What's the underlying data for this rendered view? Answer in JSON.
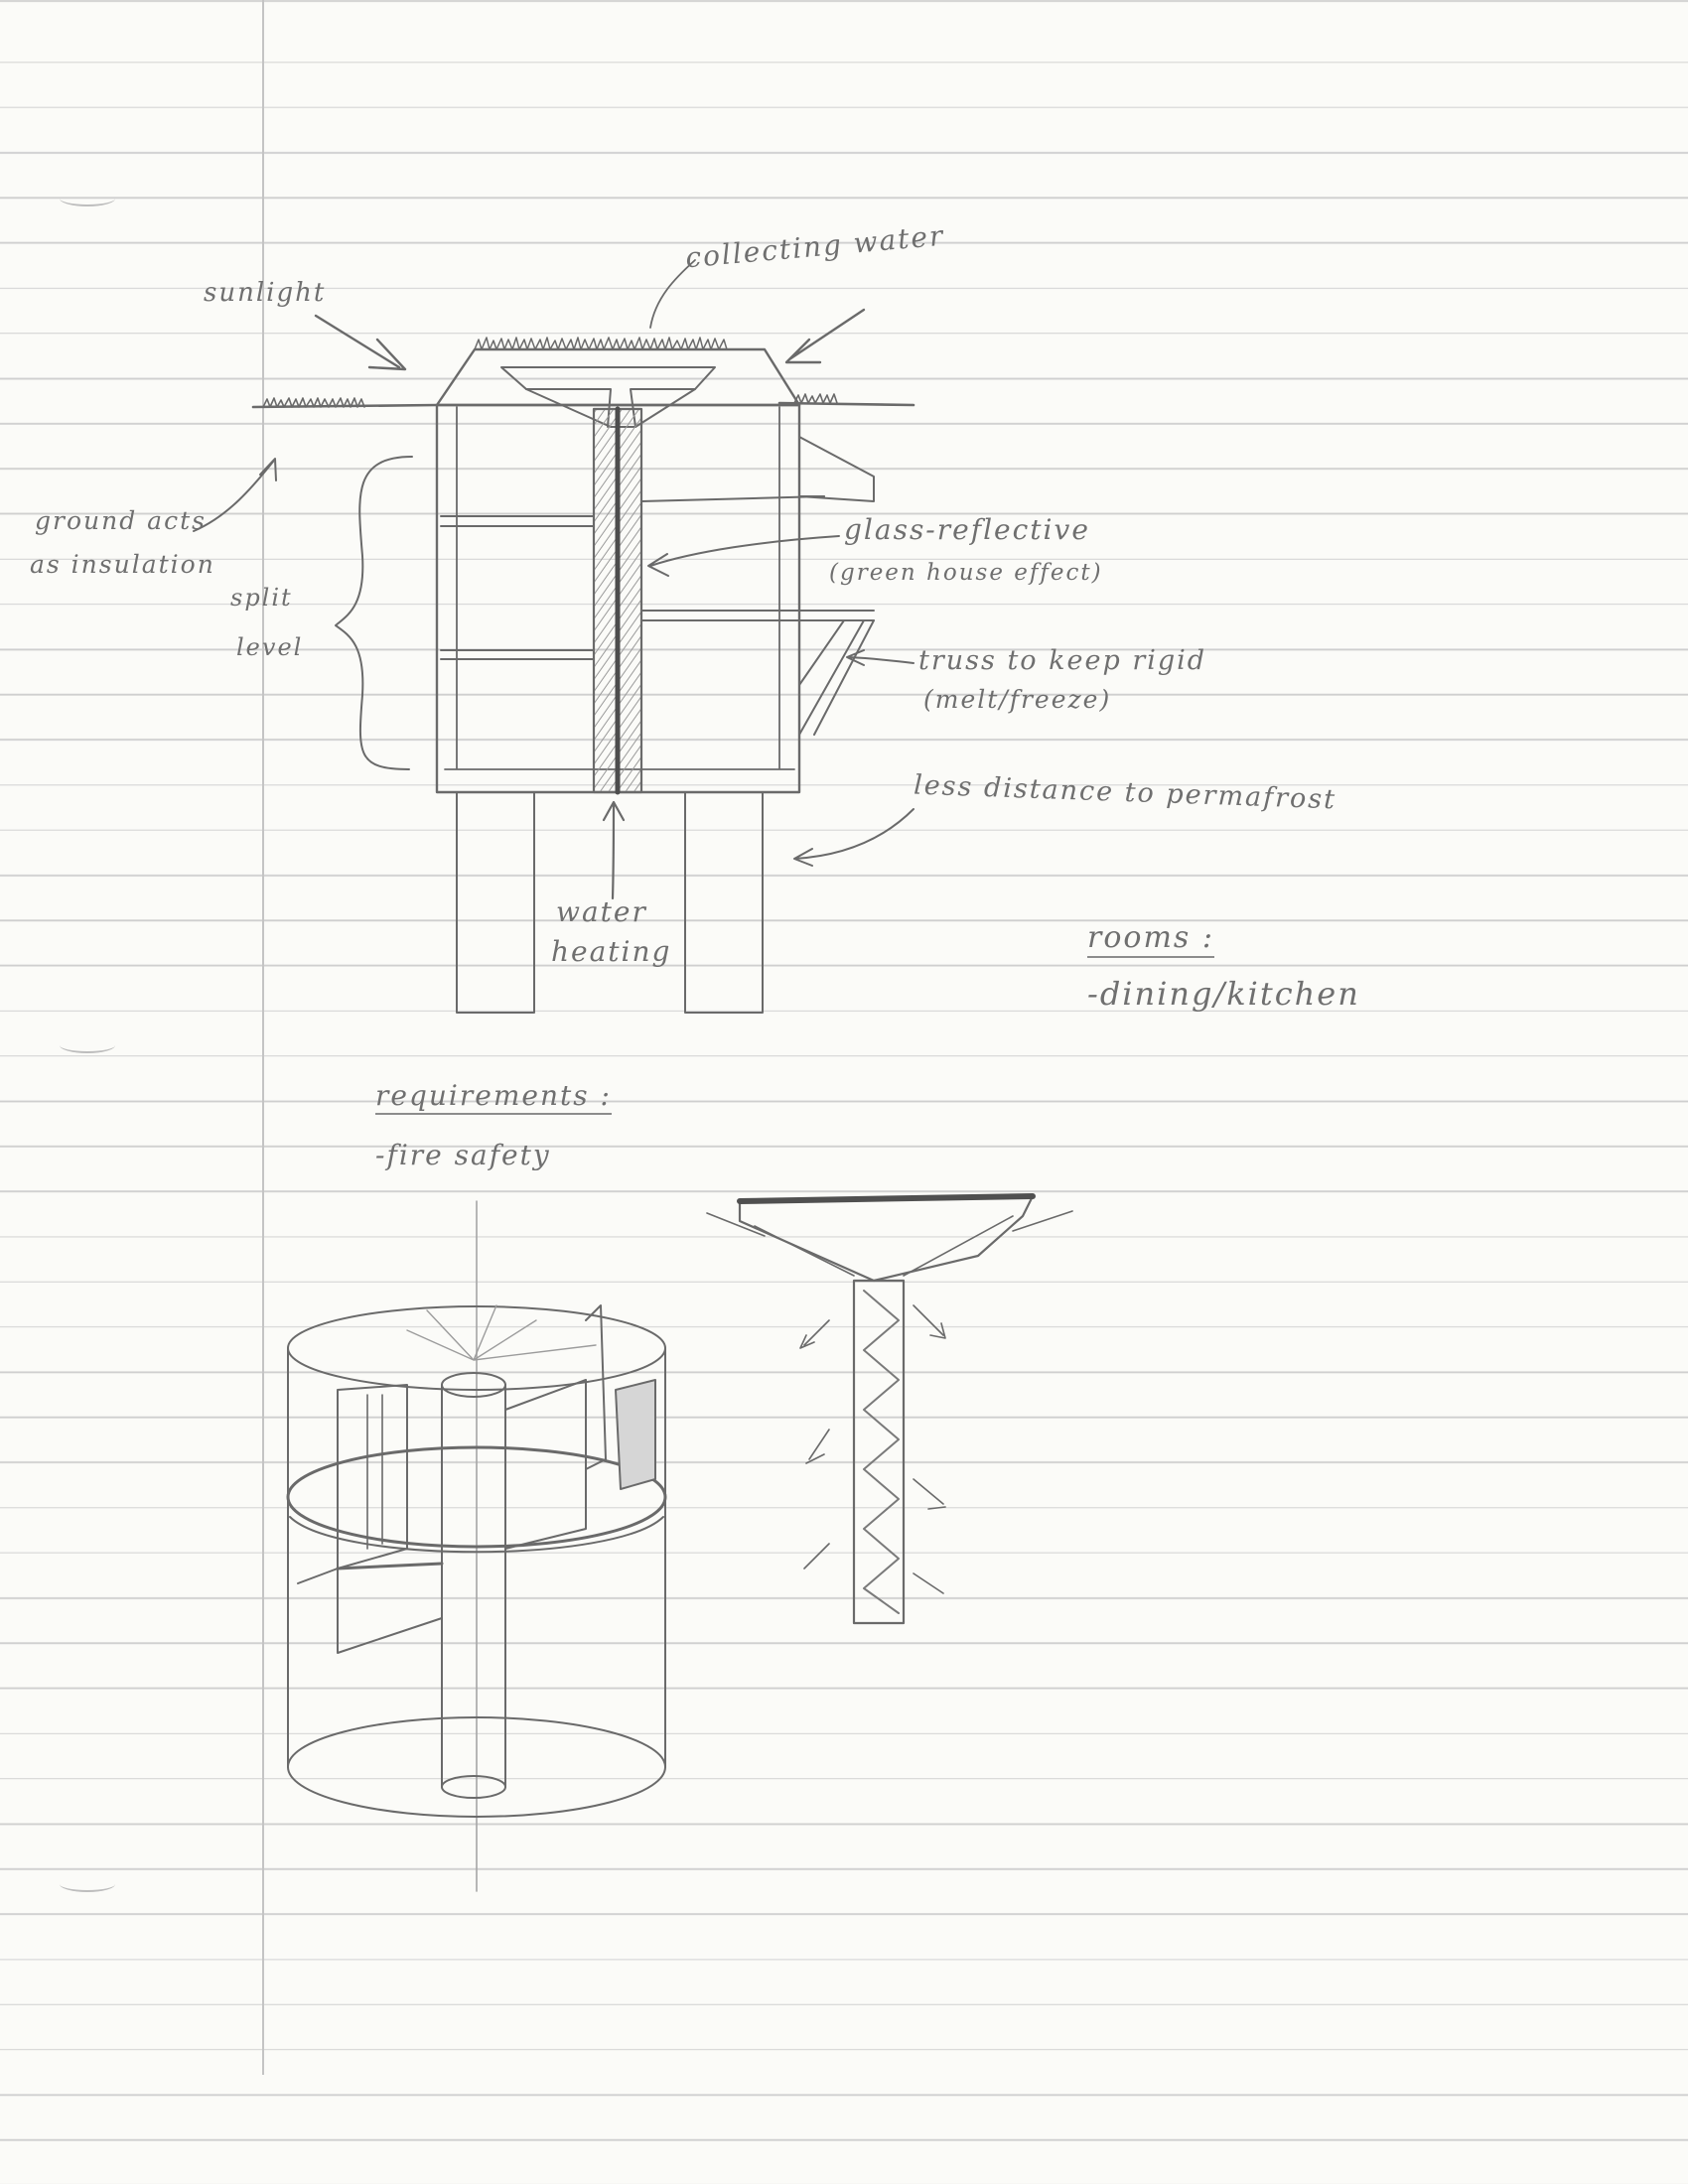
{
  "notes": {
    "sunlight": "sunlight",
    "collecting_water": "collecting water",
    "ground_acts": "ground acts",
    "as_insulation": "as insulation",
    "split": "split",
    "level": "level",
    "glass_reflective": "glass-reflective",
    "greenhouse_effect": "(green house effect)",
    "truss": "truss to keep rigid",
    "melt_freeze": "(melt/freeze)",
    "less_distance": "less distance to permafrost",
    "water": "water",
    "heating": "heating",
    "rooms_heading": "rooms :",
    "rooms_item_1": "-dining/kitchen",
    "requirements_heading": "requirements :",
    "requirements_item_1": "-fire safety"
  },
  "colors": {
    "paper": "#fbfbf8",
    "ruled_line": "#cfcfcf",
    "margin_line": "#c4c4c4",
    "pencil": "#6f6f6f"
  }
}
